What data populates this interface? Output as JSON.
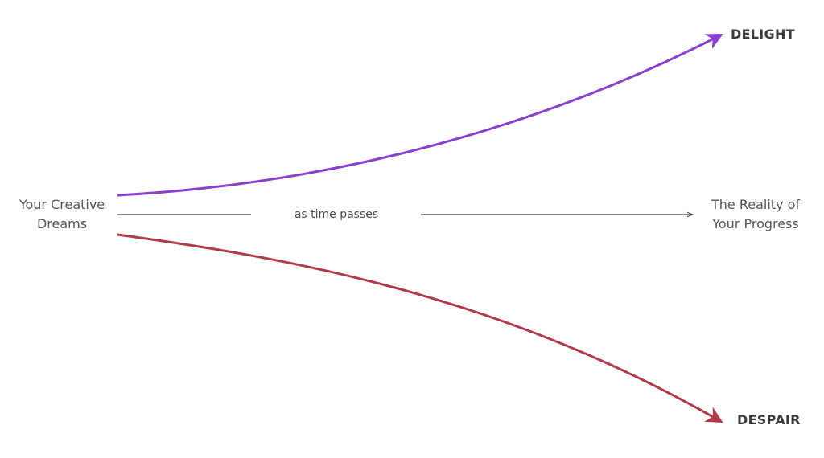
{
  "diagram": {
    "start": {
      "line1": "Your Creative",
      "line2": "Dreams"
    },
    "middle": {
      "text": "as time passes"
    },
    "end": {
      "line1": "The Reality of",
      "line2": "Your Progress"
    },
    "outcomes": {
      "delight": "DELIGHT",
      "despair": "DESPAIR"
    },
    "colors": {
      "delight_curve": "#8a3fd0",
      "despair_curve": "#b03a4c",
      "timeline": "#444444"
    }
  }
}
